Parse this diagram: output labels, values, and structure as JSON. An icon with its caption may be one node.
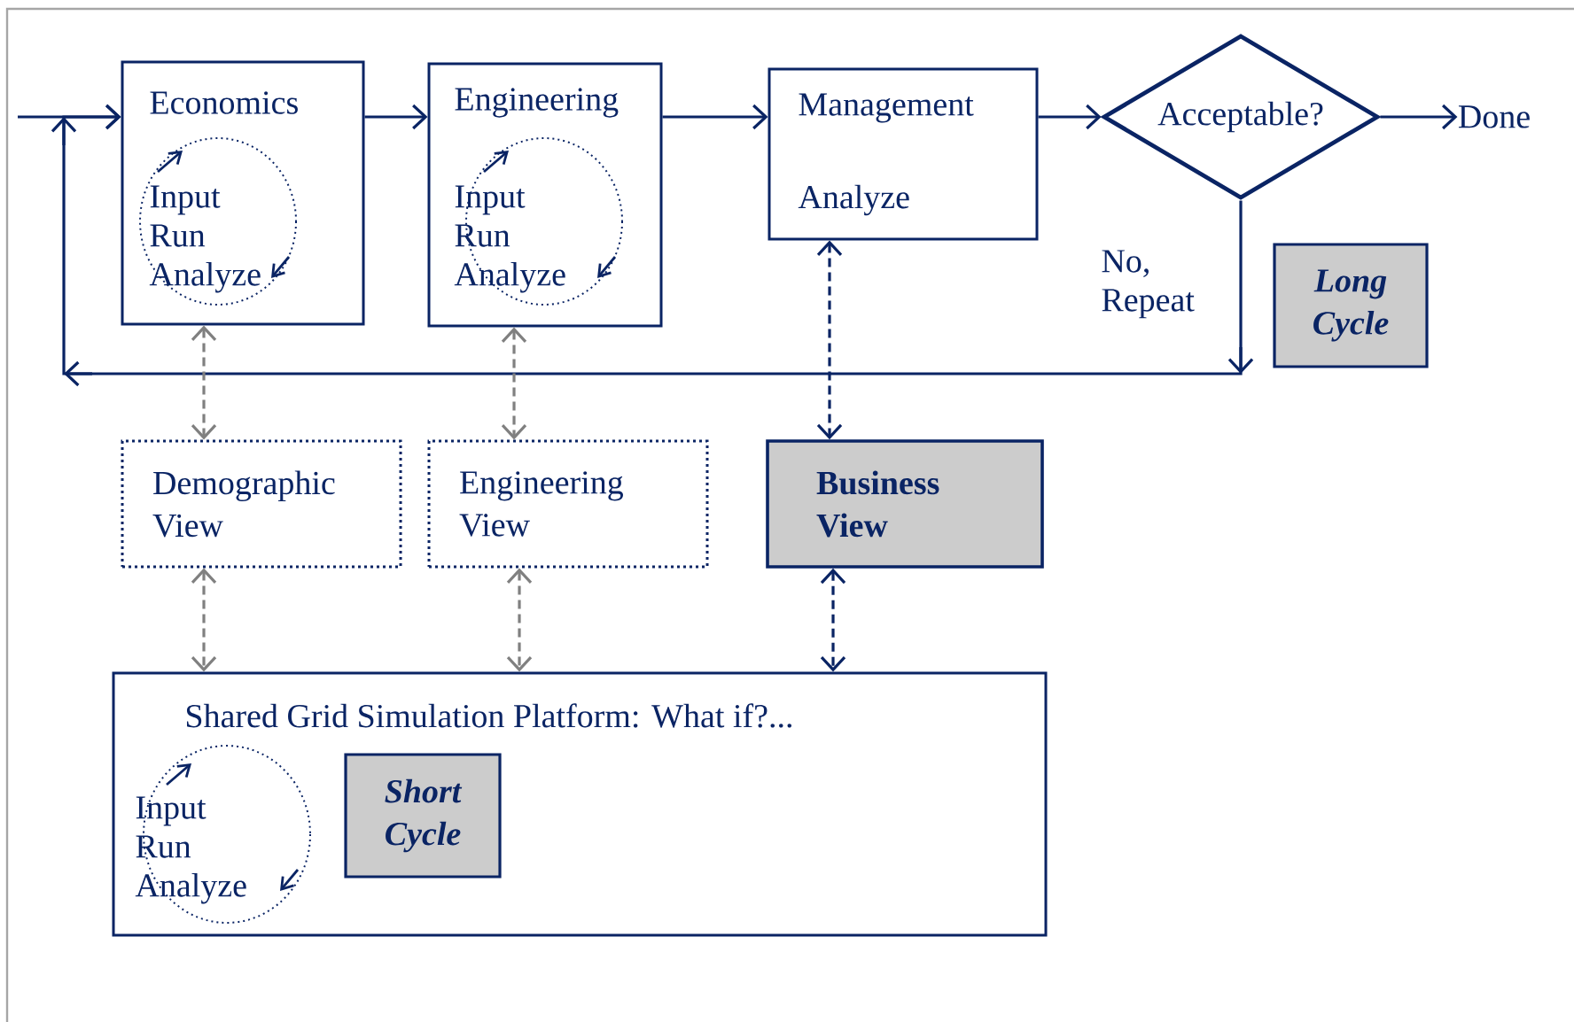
{
  "diagram": {
    "nodes": [
      {
        "text": [
          "Economics",
          "Input Run Analyze"
        ]
      },
      {
        "text": [
          "Engineering",
          "Input Run Analyze"
        ]
      },
      {
        "text": [
          "Management",
          "Analyze"
        ]
      },
      {
        "text": [
          "Acceptable?"
        ]
      },
      {
        "text": [
          "Done"
        ]
      },
      {
        "text": [
          "Long Cycle"
        ]
      },
      {
        "text": [
          "Demographic View"
        ]
      },
      {
        "text": [
          "Engineering View"
        ]
      },
      {
        "text": [
          "Business View"
        ]
      },
      {
        "text": [
          "Shared Grid Simulation Platform:  What if?...",
          "Input Run Analyze"
        ]
      },
      {
        "text": [
          "Short Cycle"
        ],
        "in": 9
      }
    ],
    "edges": [
      {
        "from": null,
        "to": 0,
        "arrow": "to"
      },
      {
        "from": 0,
        "to": 1,
        "arrow": "to"
      },
      {
        "from": 1,
        "to": 2,
        "arrow": "to"
      },
      {
        "from": 2,
        "to": 3,
        "arrow": "to"
      },
      {
        "from": 3,
        "to": 4,
        "arrow": "to"
      },
      {
        "from": 3,
        "to": 0,
        "arrow": "to",
        "label": "No, Repeat"
      },
      {
        "from": 0,
        "to": 6,
        "arrow": "both",
        "style": "dashed",
        "color": "#808080"
      },
      {
        "from": 1,
        "to": 7,
        "arrow": "both",
        "style": "dashed",
        "color": "#808080"
      },
      {
        "from": 2,
        "to": 8,
        "arrow": "both",
        "style": "dashed"
      },
      {
        "from": 6,
        "to": 9,
        "arrow": "both",
        "style": "dashed",
        "color": "#808080"
      },
      {
        "from": 7,
        "to": 9,
        "arrow": "both",
        "style": "dashed",
        "color": "#808080"
      },
      {
        "from": 8,
        "to": 9,
        "arrow": "both",
        "style": "dashed"
      }
    ]
  }
}
